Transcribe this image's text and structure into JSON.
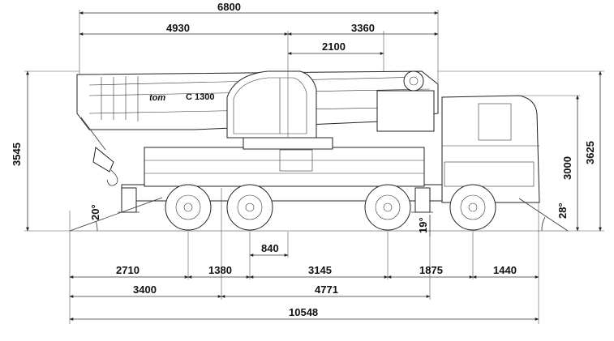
{
  "diagram": {
    "model_label": "C 1300",
    "brand_label": "tom",
    "dimensions": {
      "boom_overhang_total": "6800",
      "boom_rear_span": "4930",
      "boom_front_span": "3360",
      "center_to_hook": "2100",
      "height_boom": "3545",
      "height_cab": "3625",
      "height_chassis": "3000",
      "rear_overhang": "2710",
      "rear_axle_spacing": "1380",
      "middle_span": "3145",
      "front_axle_gap": "1875",
      "front_overhang": "1440",
      "rear_section": "3400",
      "front_section": "4771",
      "total_length": "10548",
      "outrigger_offset": "840"
    },
    "angles": {
      "rear_approach": "20°",
      "front_approach": "28°",
      "front_small": "19°"
    }
  }
}
